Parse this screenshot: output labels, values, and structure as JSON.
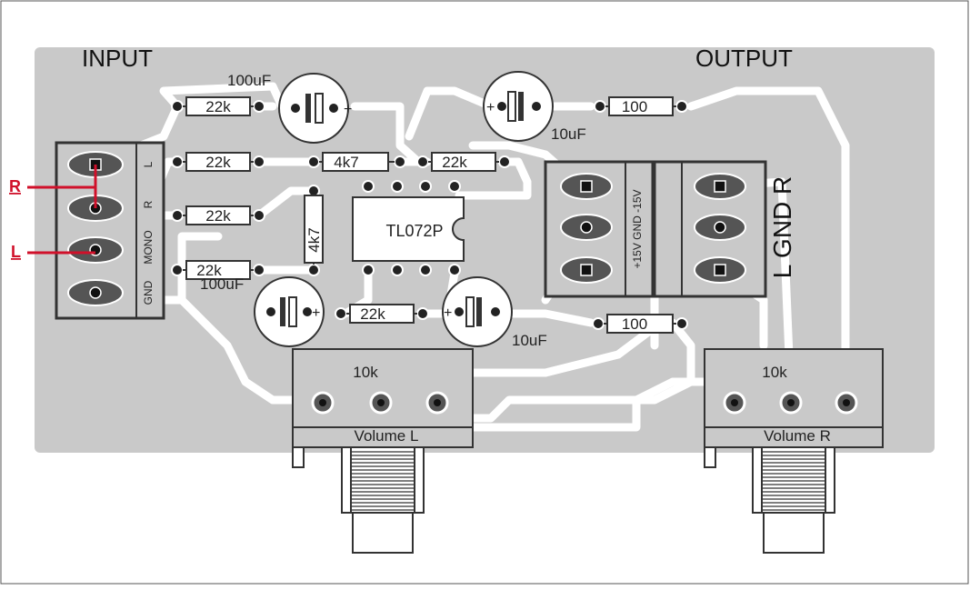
{
  "board": {
    "input_title": "INPUT",
    "output_title": "OUTPUT",
    "colors": {
      "board": "#c9c9c9",
      "trace": "#ffffff",
      "outline": "#333333",
      "pad": "#222222",
      "wire": "#d0102a"
    }
  },
  "input_connector": {
    "labels": [
      "L",
      "R",
      "MONO",
      "GND"
    ]
  },
  "wires": {
    "r_label": "R",
    "l_label": "L"
  },
  "resistors": [
    {
      "label": "22k"
    },
    {
      "label": "22k"
    },
    {
      "label": "22k"
    },
    {
      "label": "22k"
    },
    {
      "label": "4k7"
    },
    {
      "label": "22k"
    },
    {
      "label": "4k7"
    },
    {
      "label": "22k"
    },
    {
      "label": "100"
    },
    {
      "label": "100"
    }
  ],
  "capacitors": [
    {
      "label": "100uF"
    },
    {
      "label": "10uF"
    },
    {
      "label": "100uF"
    },
    {
      "label": "10uF"
    }
  ],
  "ic": {
    "label": "TL072P"
  },
  "power_connector": {
    "label": "+15V GND -15V"
  },
  "output_connector": {
    "label": "L GND R"
  },
  "pots": [
    {
      "value": "10k",
      "name": "Volume L"
    },
    {
      "value": "10k",
      "name": "Volume R"
    }
  ]
}
